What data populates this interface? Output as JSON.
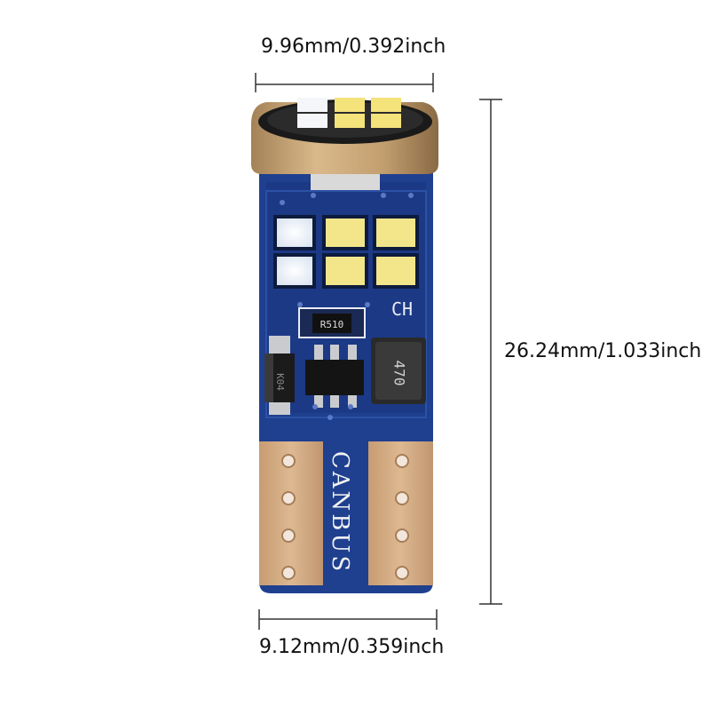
{
  "dimensions": {
    "top_width": "9.96mm/0.392inch",
    "height": "26.24mm/1.033inch",
    "bottom_width": "9.12mm/0.359inch"
  },
  "board": {
    "brand_text": "CANBUS",
    "silkscreen_ch": "CH",
    "resistor_code": "R510",
    "inductor_code": "470",
    "diode_code": "K04"
  },
  "colors": {
    "pcb_blue": "#1f3f8f",
    "copper": "#c7a077",
    "led_white": "#f4f6fa",
    "led_yellow": "#f2e58a"
  }
}
